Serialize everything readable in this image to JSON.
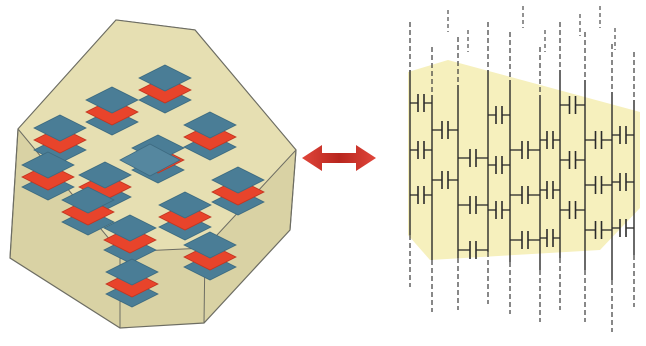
{
  "figure": {
    "left_panel": {
      "subject": "cube-with-stacked-plate-pairs",
      "colors": {
        "fill": "#d9d2a4",
        "edge": "#6d6d63",
        "plate_blue": "#4a7d96",
        "plate_red": "#e8442b"
      }
    },
    "connector": {
      "icon": "double-headed-arrow",
      "color": "#c9352b"
    },
    "right_panel": {
      "subject": "capacitor-network-lattice",
      "colors": {
        "band": "#f6f0bd",
        "wire": "#2b2b2b",
        "dash": "#3a3a3a"
      }
    }
  }
}
